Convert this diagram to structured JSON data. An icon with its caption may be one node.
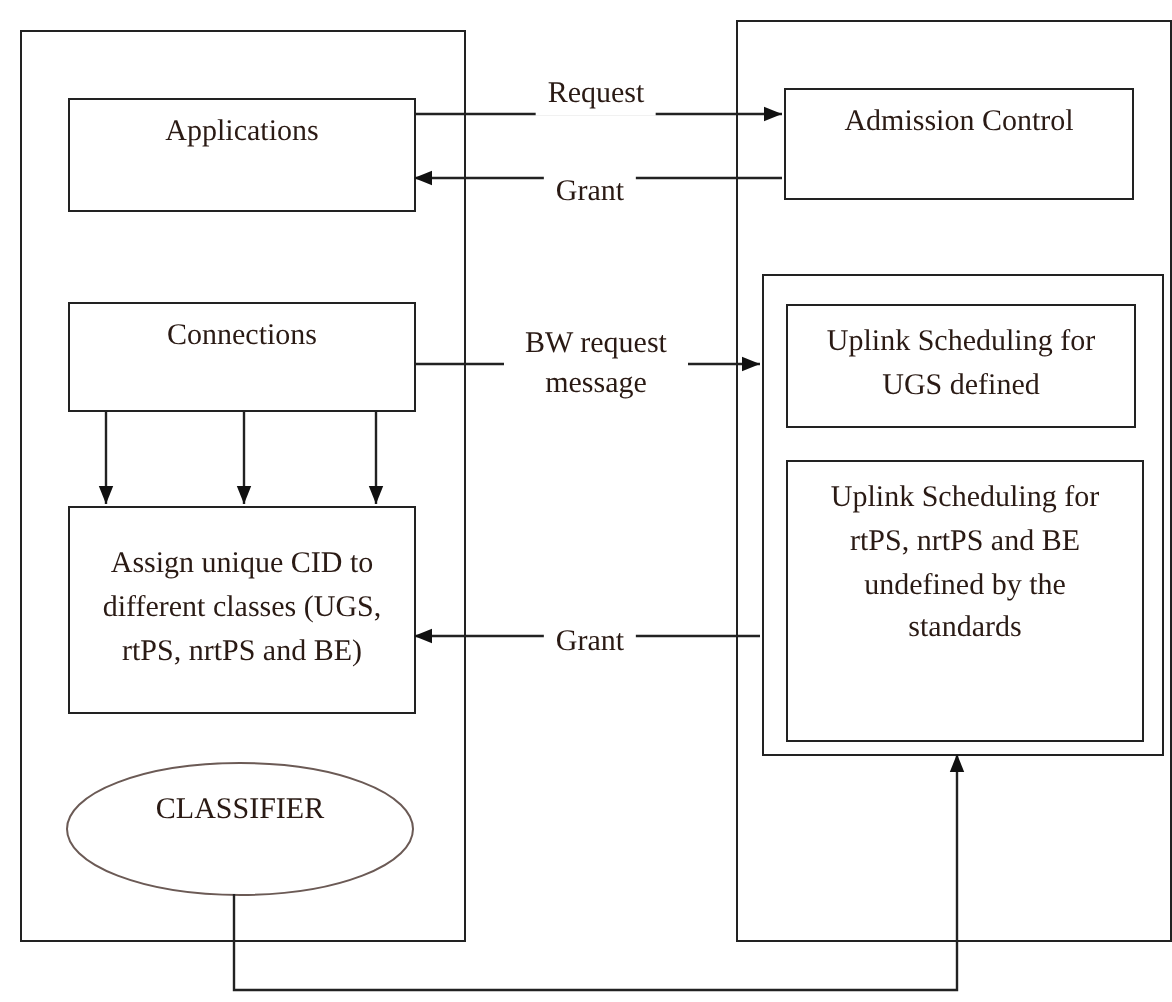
{
  "diagram": {
    "nodes": [
      {
        "text": [],
        "shape": "box"
      },
      {
        "text": [
          "Applications"
        ],
        "in": 0
      },
      {
        "text": [
          "Connections"
        ],
        "in": 0
      },
      {
        "text": [
          "Assign unique CID to different classes (UGS, rtPS, nrtPS and BE)"
        ],
        "in": 0
      },
      {
        "text": [
          "CLASSIFIER"
        ],
        "in": 0
      },
      {
        "text": [],
        "shape": "box"
      },
      {
        "text": [
          "Admission Control"
        ],
        "in": 5
      },
      {
        "text": [],
        "shape": "box",
        "in": 5
      },
      {
        "text": [
          "Uplink Scheduling for UGS defined"
        ],
        "in": 7
      },
      {
        "text": [
          "Uplink Scheduling for rtPS, nrtPS and BE undefined by the standards"
        ],
        "in": 7
      }
    ],
    "edges": [
      {
        "from": 1,
        "to": 6,
        "arrow": "to",
        "label": "Request"
      },
      {
        "from": 6,
        "to": 1,
        "arrow": "to",
        "label": "Grant"
      },
      {
        "from": 2,
        "to": 7,
        "arrow": "to",
        "label": "BW request message"
      },
      {
        "from": 2,
        "to": 3,
        "arrow": "to"
      },
      {
        "from": 2,
        "to": 3,
        "arrow": "to"
      },
      {
        "from": 2,
        "to": 3,
        "arrow": "to"
      },
      {
        "from": 7,
        "to": 3,
        "arrow": "to",
        "label": "Grant"
      },
      {
        "from": 4,
        "to": 7,
        "arrow": "to"
      }
    ]
  }
}
